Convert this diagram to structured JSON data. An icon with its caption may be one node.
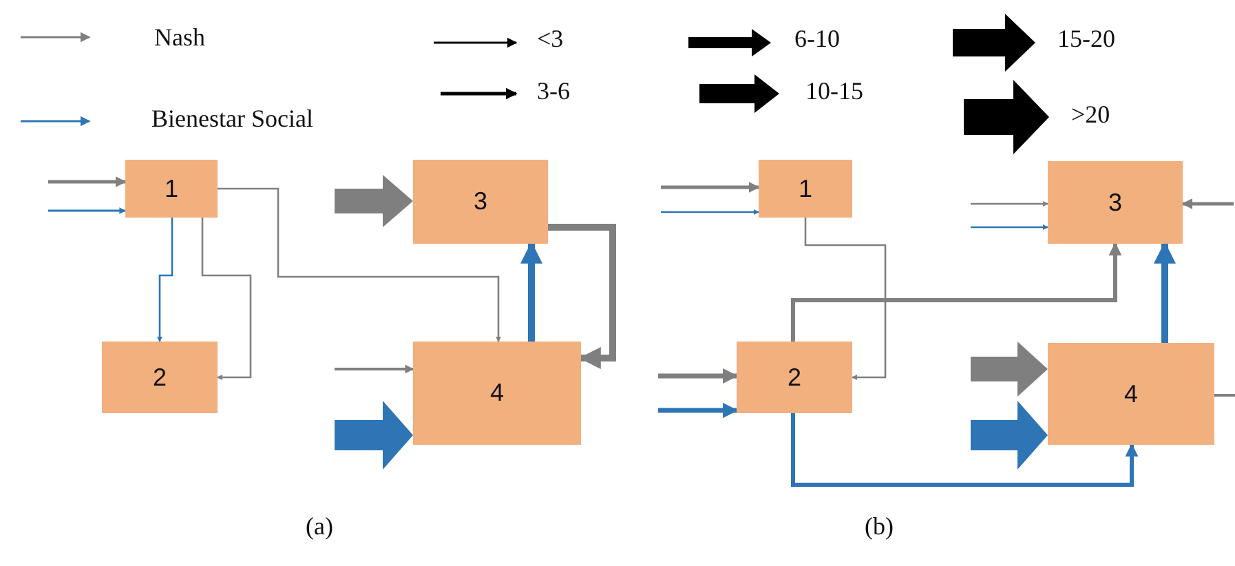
{
  "diagram": {
    "nodes": [
      {
        "text": [
          "1"
        ]
      },
      {
        "text": [
          "2"
        ]
      },
      {
        "text": [
          "3"
        ]
      },
      {
        "text": [
          "4"
        ]
      },
      {
        "text": [
          "1"
        ]
      },
      {
        "text": [
          "2"
        ]
      },
      {
        "text": [
          "3"
        ]
      },
      {
        "text": [
          "4"
        ]
      }
    ],
    "edges": [
      {
        "from": null,
        "to": 0,
        "arrow": "to"
      },
      {
        "from": null,
        "to": 0,
        "arrow": "to",
        "color": "#2e75b6"
      },
      {
        "from": 0,
        "to": 1,
        "arrow": "to",
        "color": "#2e75b6"
      },
      {
        "from": 0,
        "to": 1,
        "arrow": "to"
      },
      {
        "from": 0,
        "to": 3,
        "arrow": "to"
      },
      {
        "from": null,
        "to": 2,
        "arrow": "to",
        "style": "thick"
      },
      {
        "from": 2,
        "to": 3,
        "arrow": "to",
        "style": "thick"
      },
      {
        "from": 3,
        "to": 2,
        "arrow": "to",
        "style": "thick",
        "color": "#2e75b6"
      },
      {
        "from": null,
        "to": 3,
        "arrow": "to"
      },
      {
        "from": null,
        "to": 3,
        "arrow": "to",
        "style": "thick",
        "color": "#2e75b6"
      },
      {
        "from": null,
        "to": 4,
        "arrow": "to"
      },
      {
        "from": null,
        "to": 4,
        "arrow": "to",
        "color": "#2e75b6"
      },
      {
        "from": 4,
        "to": 5,
        "arrow": "to"
      },
      {
        "from": null,
        "to": 5,
        "arrow": "to"
      },
      {
        "from": null,
        "to": 5,
        "arrow": "to",
        "color": "#2e75b6"
      },
      {
        "from": 5,
        "to": 6,
        "arrow": "to"
      },
      {
        "from": null,
        "to": 6,
        "arrow": "to"
      },
      {
        "from": null,
        "to": 6,
        "arrow": "to",
        "color": "#2e75b6"
      },
      {
        "from": null,
        "to": 6,
        "arrow": "to"
      },
      {
        "from": 7,
        "to": 6,
        "arrow": "to",
        "style": "thick",
        "color": "#2e75b6"
      },
      {
        "from": null,
        "to": 7,
        "arrow": "to",
        "style": "thick"
      },
      {
        "from": null,
        "to": 7,
        "arrow": "to",
        "style": "thick",
        "color": "#2e75b6"
      },
      {
        "from": 5,
        "to": 7,
        "arrow": "to",
        "color": "#2e75b6"
      },
      {
        "from": 7,
        "to": null,
        "arrow": "none"
      }
    ],
    "labels": [
      "(a)",
      "(b)"
    ],
    "legend": [
      {
        "text": "Nash"
      },
      {
        "text": "Bienestar Social"
      },
      {
        "text": "<3"
      },
      {
        "text": "3-6"
      },
      {
        "text": "6-10"
      },
      {
        "text": "10-15"
      },
      {
        "text": "15-20"
      },
      {
        "text": ">20"
      }
    ]
  }
}
